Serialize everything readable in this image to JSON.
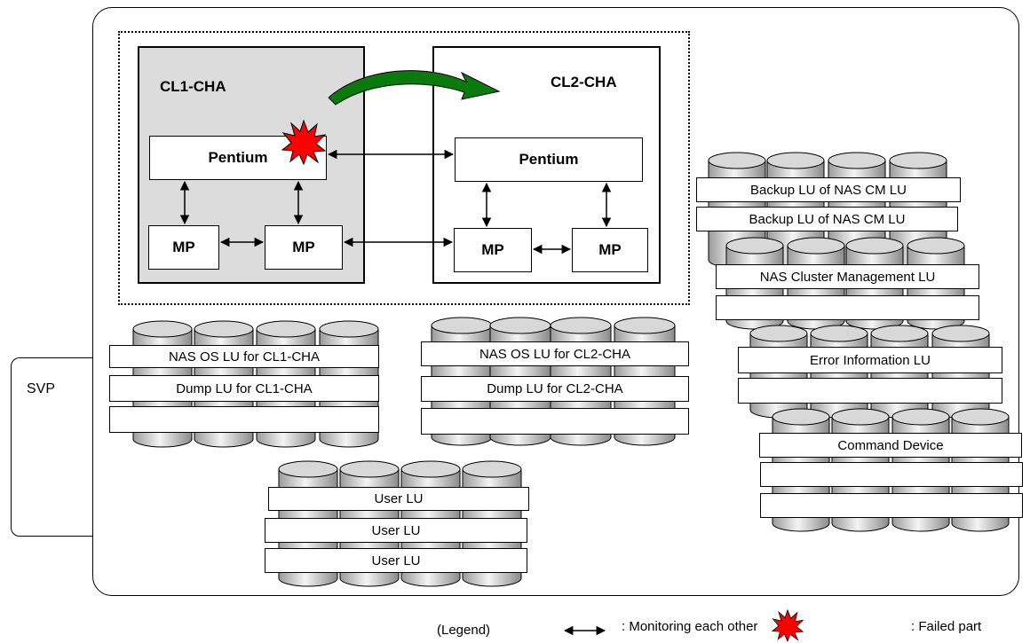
{
  "svp_label": "SVP",
  "cl1": {
    "title": "CL1-CHA",
    "pentium": "Pentium",
    "mp": "MP"
  },
  "cl2": {
    "title": "CL2-CHA",
    "pentium": "Pentium",
    "mp": "MP"
  },
  "lu_groups": {
    "cl1_lus": [
      "NAS OS LU for CL1-CHA",
      "Dump LU for CL1-CHA",
      ""
    ],
    "cl2_lus": [
      "NAS OS LU for CL2-CHA",
      "Dump LU for CL2-CHA",
      ""
    ],
    "user_lus": [
      "User LU",
      "User LU",
      "User LU"
    ],
    "backup_lus": [
      "Backup LU of NAS CM LU",
      "Backup LU of NAS CM LU"
    ],
    "cluster_lus": [
      "NAS Cluster Management LU",
      ""
    ],
    "error_lus": [
      "Error Information LU",
      ""
    ],
    "command_lus": [
      "Command Device",
      "",
      ""
    ]
  },
  "legend": {
    "title": "(Legend)",
    "monitor_text": ": Monitoring each other",
    "failed_text": ": Failed part"
  },
  "colors": {
    "failed": "#ff0000",
    "failover_arrow": "#0a7a0a",
    "cha1_bg": "#dcdcdc"
  },
  "icons": {
    "monitor": "double-arrow-icon",
    "failed": "starburst-icon",
    "failover": "curved-arrow-icon"
  }
}
